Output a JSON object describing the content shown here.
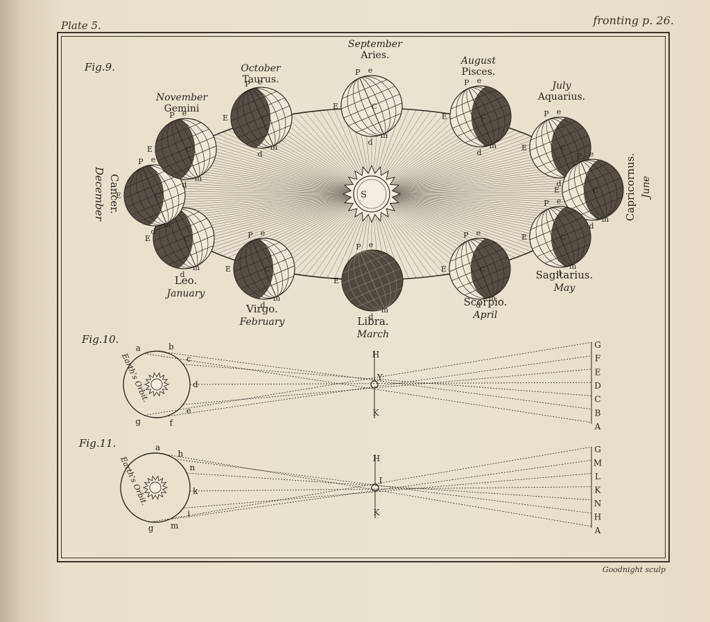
{
  "header": {
    "plate": "Plate 5.",
    "fronting": "fronting p. 26.",
    "engraver": "Goodnight sculp"
  },
  "fig9": {
    "label": "Fig.9.",
    "sun_label": "S",
    "positions": [
      {
        "month": "September",
        "sign": "Aries.",
        "lit": "full"
      },
      {
        "month": "August",
        "sign": "Pisces.",
        "lit": "left"
      },
      {
        "month": "July",
        "sign": "Aquarius.",
        "lit": "left"
      },
      {
        "month": "June",
        "sign": "Capricornus.",
        "lit": "left"
      },
      {
        "month": "May",
        "sign": "Sagitarius.",
        "lit": "left"
      },
      {
        "month": "April",
        "sign": "Scorpio.",
        "lit": "left"
      },
      {
        "month": "March",
        "sign": "Libra.",
        "lit": "none"
      },
      {
        "month": "February",
        "sign": "Virgo.",
        "lit": "right"
      },
      {
        "month": "January",
        "sign": "Leo.",
        "lit": "right"
      },
      {
        "month": "December",
        "sign": "Cancer.",
        "lit": "right"
      },
      {
        "month": "November",
        "sign": "Gemini",
        "lit": "right"
      },
      {
        "month": "October",
        "sign": "Taurus.",
        "lit": "right"
      }
    ],
    "globe_letters": [
      "P",
      "e",
      "E",
      "d",
      "m",
      "C"
    ]
  },
  "fig10": {
    "label": "Fig.10.",
    "orbit_label": "Earth's Orbit.",
    "orbit_letters": [
      "a",
      "b",
      "c",
      "d",
      "e",
      "f",
      "g"
    ],
    "axis_letters": [
      "H",
      "Y",
      "K"
    ],
    "screen_letters": [
      "G",
      "F",
      "E",
      "D",
      "C",
      "B",
      "A"
    ]
  },
  "fig11": {
    "label": "Fig.11.",
    "orbit_label": "Earth's Orbit.",
    "orbit_letters": [
      "a",
      "h",
      "n",
      "k",
      "l",
      "m",
      "g"
    ],
    "axis_letters": [
      "H",
      "I",
      "K"
    ],
    "screen_letters": [
      "G",
      "M",
      "L",
      "K",
      "N",
      "H",
      "A"
    ]
  }
}
